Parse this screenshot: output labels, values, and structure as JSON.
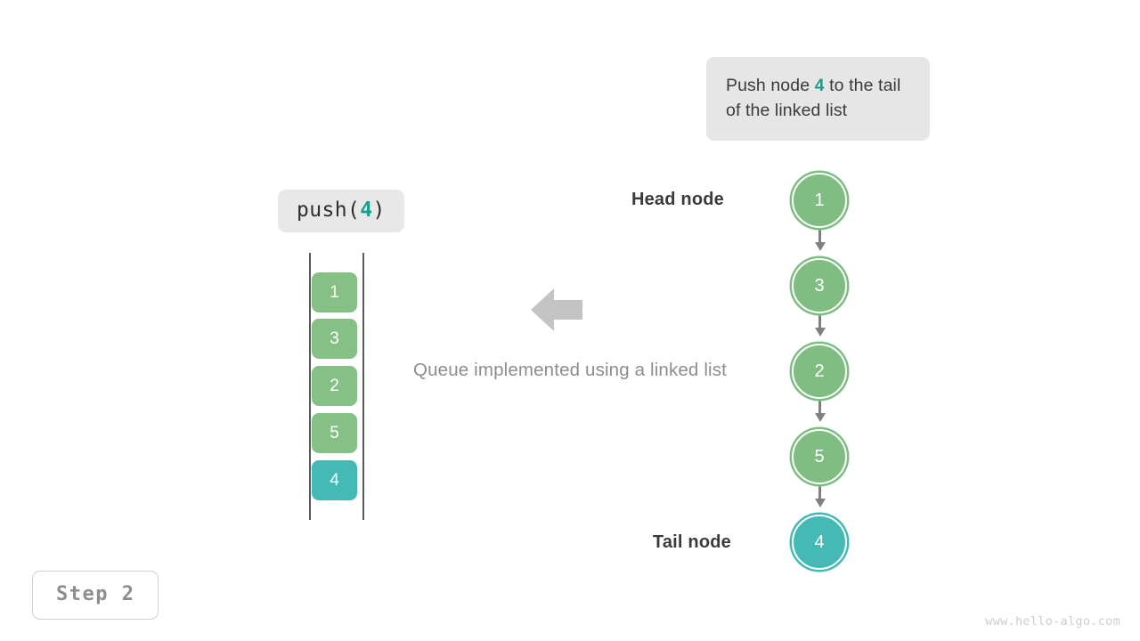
{
  "callout": {
    "prefix": "Push node ",
    "value": "4",
    "suffix": " to the tail of the linked list",
    "background": "#e6e6e6",
    "accent": "#17a08c"
  },
  "operation": {
    "name": "push(",
    "arg": "4",
    "close": ")"
  },
  "queue": {
    "title": "Queue implemented using a linked list",
    "items": [
      {
        "value": "1",
        "color": "green"
      },
      {
        "value": "3",
        "color": "green"
      },
      {
        "value": "2",
        "color": "green"
      },
      {
        "value": "5",
        "color": "green"
      },
      {
        "value": "4",
        "color": "teal"
      }
    ]
  },
  "linked_list": {
    "head_label": "Head node",
    "tail_label": "Tail node",
    "nodes": [
      {
        "value": "1",
        "color": "green"
      },
      {
        "value": "3",
        "color": "green"
      },
      {
        "value": "2",
        "color": "green"
      },
      {
        "value": "5",
        "color": "green"
      },
      {
        "value": "4",
        "color": "teal"
      }
    ]
  },
  "step": {
    "label": "Step 2"
  },
  "watermark": {
    "text": "www.hello-algo.com"
  },
  "colors": {
    "green": "#85c084",
    "teal": "#45b9b4",
    "arrow_gray": "#808080",
    "big_arrow_gray": "#c4c4c4",
    "caption_gray": "#8d8d8d"
  }
}
